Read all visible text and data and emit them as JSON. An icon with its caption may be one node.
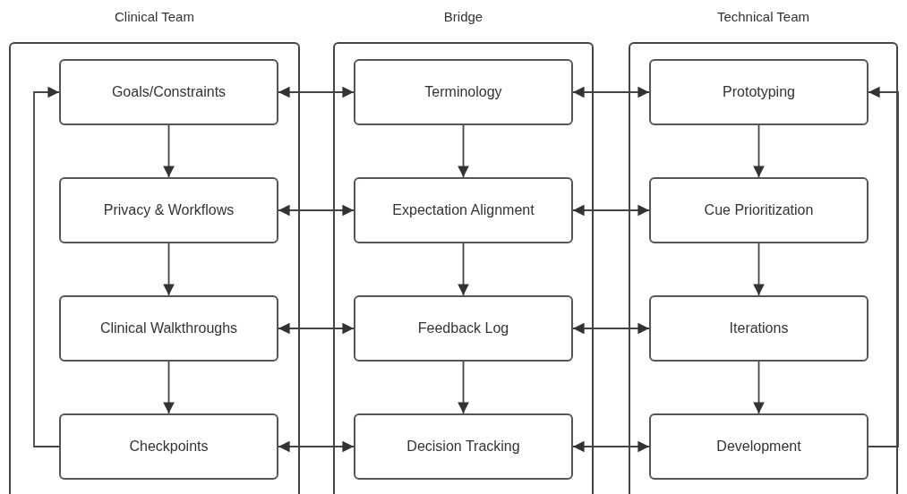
{
  "diagram": {
    "nodes": [
      {
        "text": [
          "Clinical Team"
        ]
      },
      {
        "text": [
          "Goals/Constraints"
        ],
        "in": 0
      },
      {
        "text": [
          "Privacy & Workflows"
        ],
        "in": 0
      },
      {
        "text": [
          "Clinical Walkthroughs"
        ],
        "in": 0
      },
      {
        "text": [
          "Checkpoints"
        ],
        "in": 0
      },
      {
        "text": [
          "Bridge"
        ]
      },
      {
        "text": [
          "Terminology"
        ],
        "in": 5
      },
      {
        "text": [
          "Expectation Alignment"
        ],
        "in": 5
      },
      {
        "text": [
          "Feedback Log"
        ],
        "in": 5
      },
      {
        "text": [
          "Decision Tracking"
        ],
        "in": 5
      },
      {
        "text": [
          "Technical Team"
        ]
      },
      {
        "text": [
          "Prototyping"
        ],
        "in": 10
      },
      {
        "text": [
          "Cue Prioritization"
        ],
        "in": 10
      },
      {
        "text": [
          "Iterations"
        ],
        "in": 10
      },
      {
        "text": [
          "Development"
        ],
        "in": 10
      }
    ],
    "edges": [
      {
        "from": 1,
        "to": 2,
        "arrow": "to"
      },
      {
        "from": 2,
        "to": 3,
        "arrow": "to"
      },
      {
        "from": 3,
        "to": 4,
        "arrow": "to"
      },
      {
        "from": 4,
        "to": 1,
        "arrow": "to"
      },
      {
        "from": 6,
        "to": 7,
        "arrow": "to"
      },
      {
        "from": 7,
        "to": 8,
        "arrow": "to"
      },
      {
        "from": 8,
        "to": 9,
        "arrow": "to"
      },
      {
        "from": 11,
        "to": 12,
        "arrow": "to"
      },
      {
        "from": 12,
        "to": 13,
        "arrow": "to"
      },
      {
        "from": 13,
        "to": 14,
        "arrow": "to"
      },
      {
        "from": 14,
        "to": 11,
        "arrow": "to"
      },
      {
        "from": 1,
        "to": 6,
        "arrow": "both"
      },
      {
        "from": 2,
        "to": 7,
        "arrow": "both"
      },
      {
        "from": 3,
        "to": 8,
        "arrow": "both"
      },
      {
        "from": 4,
        "to": 9,
        "arrow": "both"
      },
      {
        "from": 6,
        "to": 11,
        "arrow": "both"
      },
      {
        "from": 7,
        "to": 12,
        "arrow": "both"
      },
      {
        "from": 8,
        "to": 13,
        "arrow": "both"
      },
      {
        "from": 9,
        "to": 14,
        "arrow": "both"
      }
    ]
  }
}
